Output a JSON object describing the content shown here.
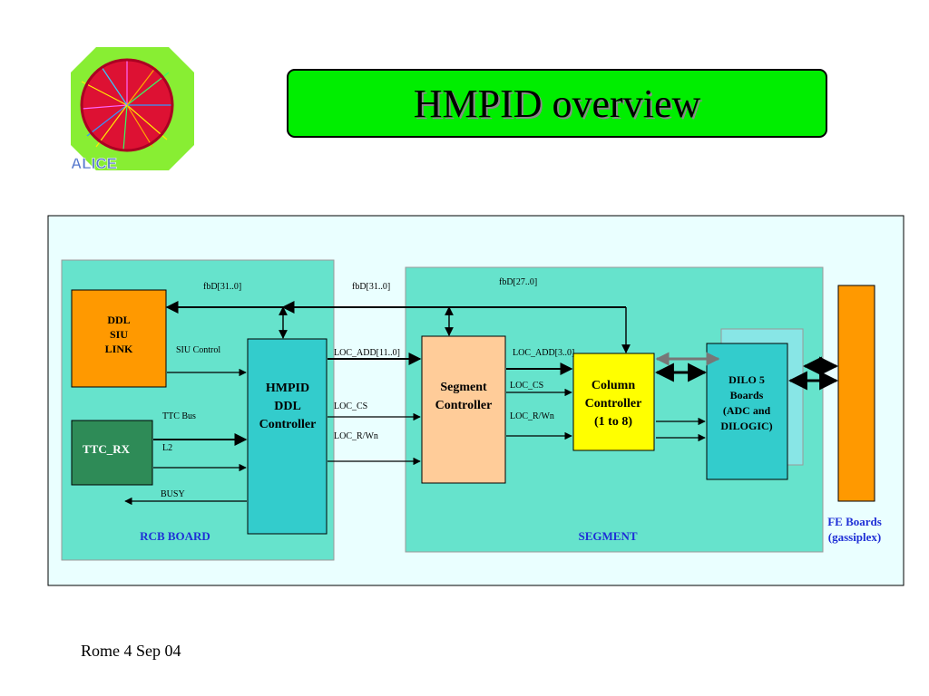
{
  "title": "HMPID overview",
  "footer": "Rome 4 Sep 04",
  "logo": {
    "text": "ALICE",
    "icon": "alice-logo-icon"
  },
  "colors": {
    "title_bg": "#00ee00",
    "panel_bg": "#eaffff",
    "board_bg": "#66e3cc",
    "ddl_siu": "#ff9900",
    "ttc_rx": "#2e8b57",
    "hmpid_ddl": "#33cccc",
    "segment_ctrl": "#ffcc99",
    "column_ctrl": "#ffff00",
    "dilo": "#33cccc",
    "fe_boards": "#ff9900",
    "label_blue": "#1f2fd6"
  },
  "diagram": {
    "rcb_board_label": "RCB BOARD",
    "segment_label": "SEGMENT",
    "blocks": {
      "ddl_siu": [
        "DDL",
        "SIU",
        "LINK"
      ],
      "ttc_rx": "TTC_RX",
      "hmpid_ddl": [
        "HMPID",
        "DDL",
        "Controller"
      ],
      "segment_controller": [
        "Segment",
        "Controller"
      ],
      "column_controller": [
        "Column",
        "Controller",
        "(1 to 8)"
      ],
      "dilo": [
        "DILO 5",
        "Boards",
        "(ADC and",
        "DILOGIC)"
      ],
      "fe_boards": [
        "FE Boards",
        "(gassiplex)"
      ]
    },
    "signals": {
      "fbd_left": "fbD[31..0]",
      "fbd_mid": "fbD[31..0]",
      "fbd_right": "fbD[27..0]",
      "siu_control": "SIU Control",
      "ttc_bus": "TTC Bus",
      "l2": "L2",
      "busy": "BUSY",
      "loc_add_11": "LOC_ADD[11..0]",
      "loc_cs_1": "LOC_CS",
      "loc_rwn_1": "LOC_R/Wn",
      "loc_add_3": "LOC_ADD[3..0]",
      "loc_cs_2": "LOC_CS",
      "loc_rwn_2": "LOC_R/Wn"
    }
  }
}
